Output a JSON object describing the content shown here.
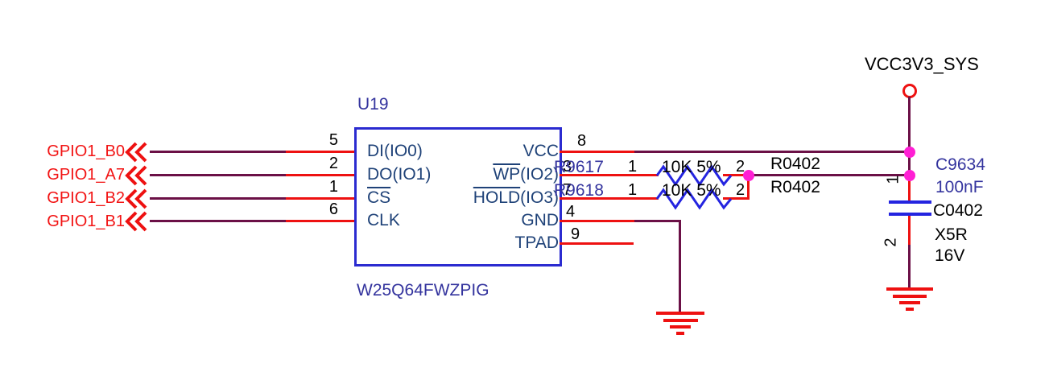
{
  "schematic": {
    "ports": [
      {
        "name": "GPIO1_B0"
      },
      {
        "name": "GPIO1_A7"
      },
      {
        "name": "GPIO1_B2"
      },
      {
        "name": "GPIO1_B1"
      }
    ],
    "ic": {
      "ref": "U19",
      "part": "W25Q64FWZPIG",
      "pins_left": [
        {
          "num": "5",
          "pre": "DI(IO0)",
          "bar": "",
          "post": ""
        },
        {
          "num": "2",
          "pre": "DO(IO1)",
          "bar": "",
          "post": ""
        },
        {
          "num": "1",
          "pre": "",
          "bar": "CS",
          "post": ""
        },
        {
          "num": "6",
          "pre": "CLK",
          "bar": "",
          "post": ""
        }
      ],
      "pins_right": [
        {
          "num": "8",
          "pre": "VCC",
          "bar": "",
          "post": ""
        },
        {
          "num": "3",
          "pre": "",
          "bar": "WP",
          "post": "(IO2)"
        },
        {
          "num": "7",
          "pre": "",
          "bar": "HOLD",
          "post": "(IO3)"
        },
        {
          "num": "4",
          "pre": "GND",
          "bar": "",
          "post": ""
        },
        {
          "num": "9",
          "pre": "TPAD",
          "bar": "",
          "post": ""
        }
      ]
    },
    "resistors": [
      {
        "ref": "R9617",
        "pin1": "1",
        "value": "10K",
        "tolerance": "5%",
        "pin2": "2",
        "footprint": "R0402"
      },
      {
        "ref": "R9618",
        "pin1": "1",
        "value": "10K",
        "tolerance": "5%",
        "pin2": "2",
        "footprint": "R0402"
      }
    ],
    "power_net": "VCC3V3_SYS",
    "capacitor": {
      "ref": "C9634",
      "value": "100nF",
      "footprint": "C0402",
      "dielectric": "X5R",
      "voltage": "16V",
      "pin1": "1",
      "pin2": "2"
    },
    "colors": {
      "wire": "#6b1046",
      "net_red": "#ee1111",
      "symbol_blue": "#2b2bd0",
      "pin_text": "#1f4278",
      "ref_text": "#34349e",
      "junction": "#ff1fd4",
      "text_black": "#000000"
    }
  }
}
